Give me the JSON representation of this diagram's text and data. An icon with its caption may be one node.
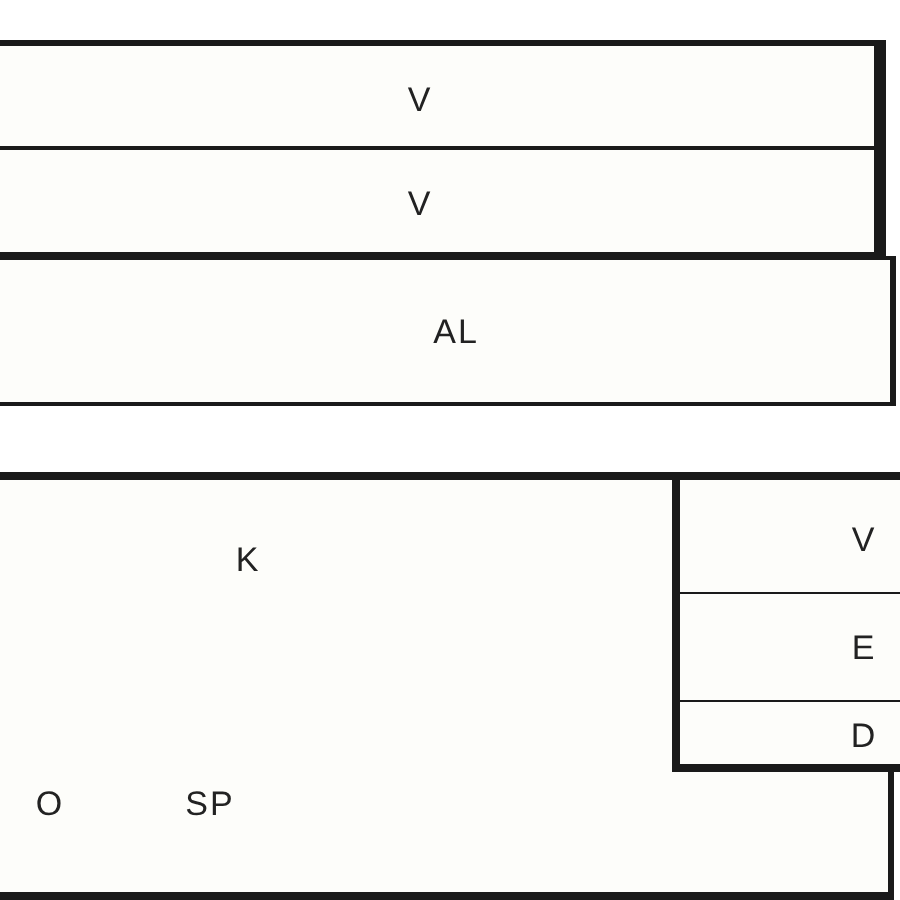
{
  "diagram": {
    "nodes": [
      {
        "text": [
          "V"
        ]
      },
      {
        "text": [
          "V"
        ]
      },
      {
        "text": [
          "AL"
        ]
      },
      {
        "text": [
          "K",
          "O",
          "SP"
        ]
      },
      {
        "text": [
          "V"
        ]
      },
      {
        "text": [
          "E"
        ]
      },
      {
        "text": [
          "D"
        ]
      }
    ]
  }
}
